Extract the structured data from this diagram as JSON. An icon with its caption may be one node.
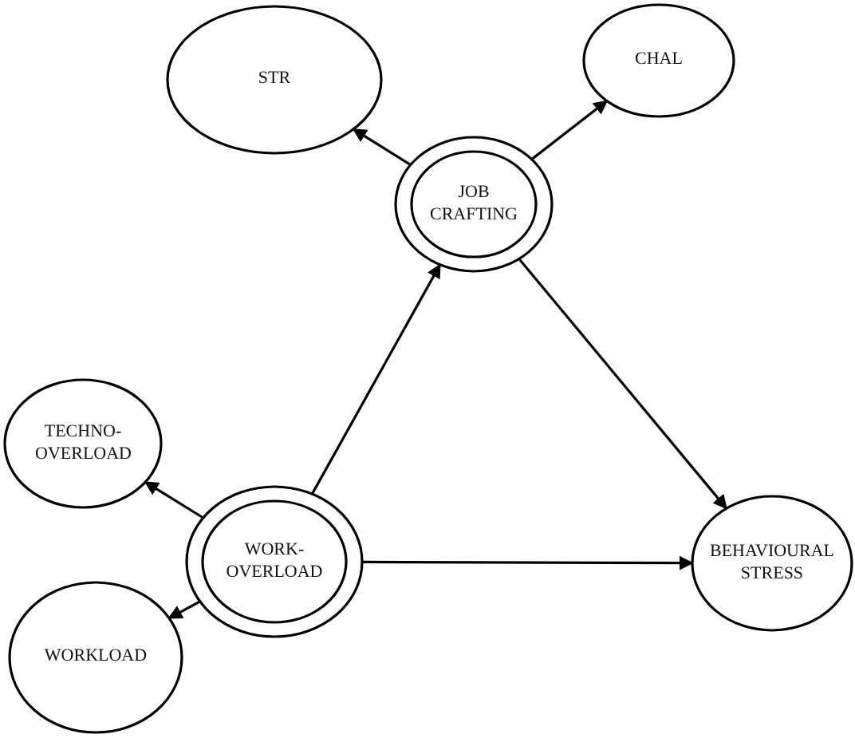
{
  "diagram": {
    "nodes": [
      {
        "text": [
          "STR"
        ]
      },
      {
        "text": [
          "CHAL"
        ]
      },
      {
        "text": [
          "JOB CRAFTING"
        ]
      },
      {
        "text": [
          "TECHNO-OVERLOAD"
        ]
      },
      {
        "text": [
          "WORK-OVERLOAD"
        ]
      },
      {
        "text": [
          "WORKLOAD"
        ]
      },
      {
        "text": [
          "BEHAVIOURAL STRESS"
        ]
      }
    ],
    "edges": [
      {
        "from": 2,
        "to": 0,
        "arrow": "to"
      },
      {
        "from": 2,
        "to": 1,
        "arrow": "to"
      },
      {
        "from": 4,
        "to": 2,
        "arrow": "to"
      },
      {
        "from": 2,
        "to": 6,
        "arrow": "to"
      },
      {
        "from": 4,
        "to": 3,
        "arrow": "to"
      },
      {
        "from": 4,
        "to": 5,
        "arrow": "to"
      },
      {
        "from": 4,
        "to": 6,
        "arrow": "to"
      }
    ]
  }
}
